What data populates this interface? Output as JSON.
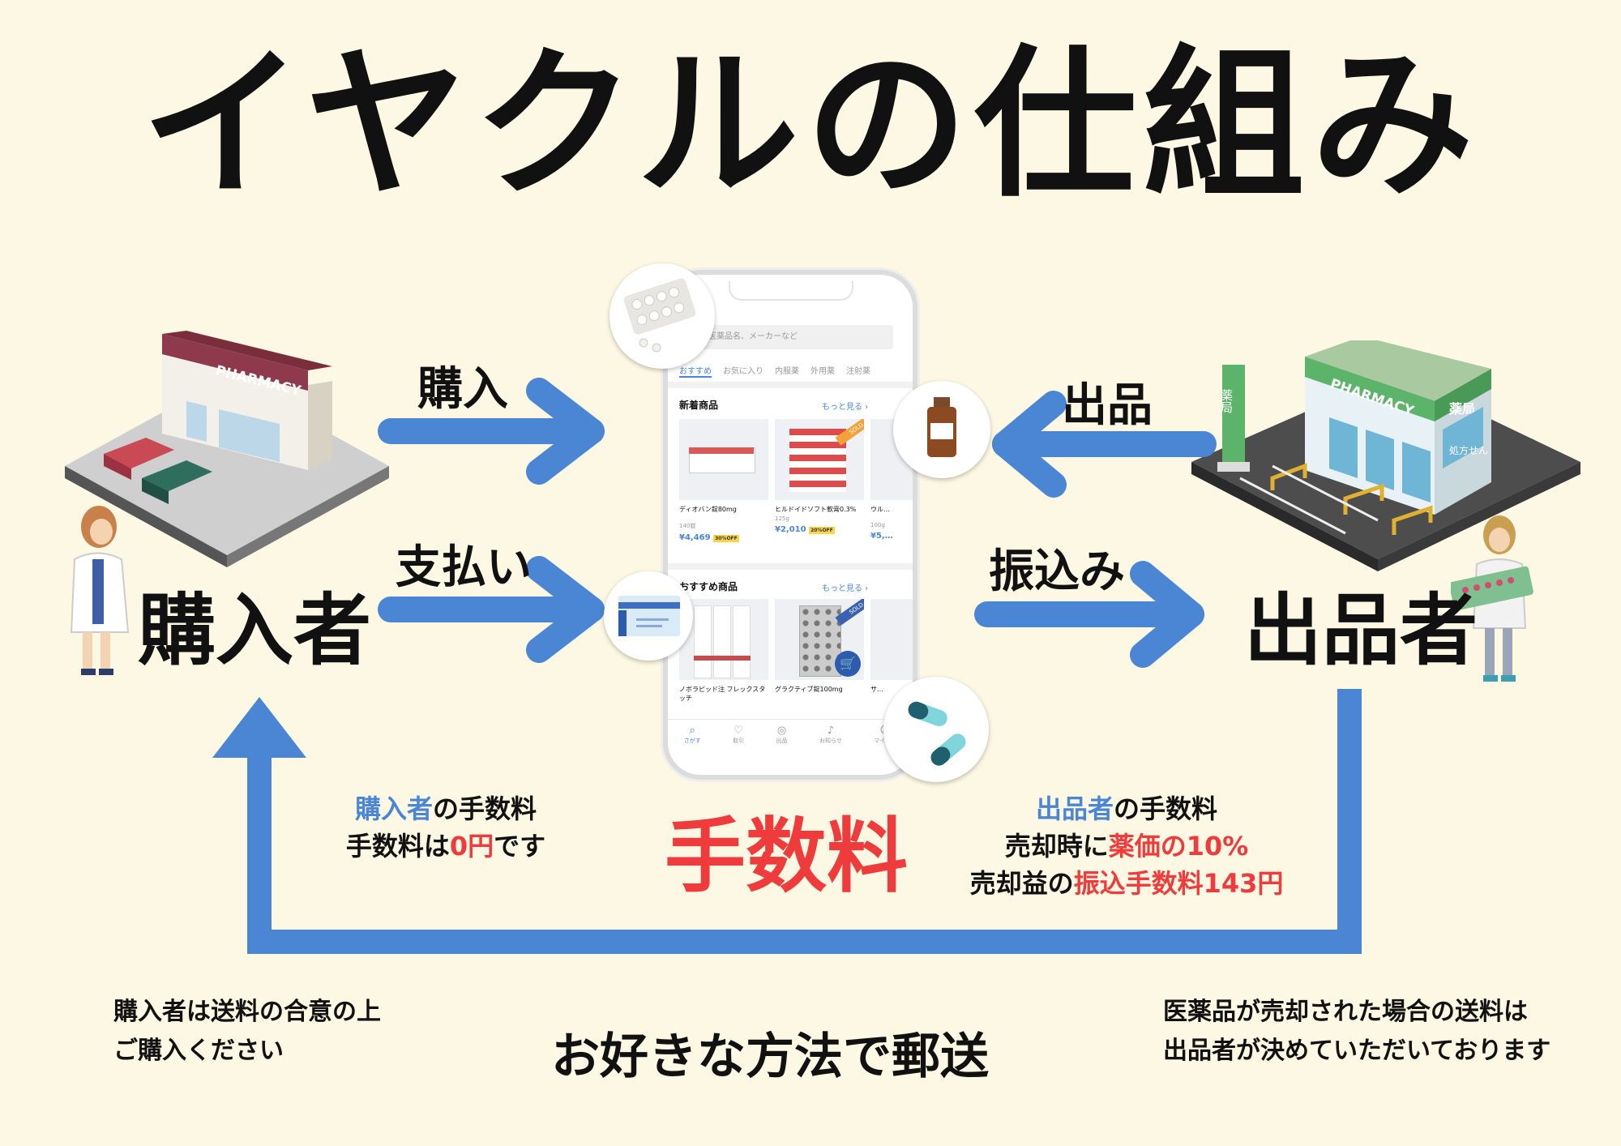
{
  "title": "イヤクルの仕組み",
  "buyer": {
    "label": "購入者",
    "store_sign": "PHARMACY"
  },
  "seller": {
    "label": "出品者",
    "store_sign": "PHARMACY",
    "store_sign_jp": "薬局",
    "pole_sign": "薬局",
    "window_text": "処方せん"
  },
  "arrows": {
    "purchase": "購入",
    "payment": "支払い",
    "listing": "出品",
    "transfer": "振込み"
  },
  "app": {
    "search_placeholder": "医薬品名、メーカーなど",
    "tabs": [
      "おすすめ",
      "お気に入り",
      "内服薬",
      "外用薬",
      "注射薬"
    ],
    "section_new": "新着商品",
    "section_recommended": "おすすめ商品",
    "more": "もっと見る ›",
    "new_items": [
      {
        "name": "ディオバン錠80mg",
        "qty": "140錠",
        "price": "¥4,469",
        "badge": "30%OFF"
      },
      {
        "name": "ヒルドイドソフト軟膏0.3%",
        "qty": "125g",
        "price": "¥2,010",
        "badge": "20%OFF"
      },
      {
        "name": "ウル…",
        "qty": "100g",
        "price": "¥5,…",
        "badge": ""
      }
    ],
    "rec_items": [
      {
        "name": "ノボラピッド注 フレックスタッチ"
      },
      {
        "name": "グラクティブ錠100mg"
      },
      {
        "name": "サ…"
      }
    ],
    "sold_label": "SOLD",
    "nav": [
      "さがす",
      "取引",
      "出品",
      "お知らせ",
      "マイペ…"
    ]
  },
  "fees": {
    "title": "手数料",
    "buyer": {
      "line1_accent": "購入者",
      "line1_rest": "の手数料",
      "line2_a": "手数料は",
      "line2_accent": "0円",
      "line2_b": "です"
    },
    "seller": {
      "line1_accent": "出品者",
      "line1_rest": "の手数料",
      "line2_a": "売却時に",
      "line2_accent": "薬価の10%",
      "line3_a": "売却益の",
      "line3_accent": "振込手数料143円"
    }
  },
  "shipping": {
    "label": "お好きな方法で郵送",
    "buyer_note": [
      "購入者は送料の合意の上",
      "ご購入ください"
    ],
    "seller_note": [
      "医薬品が売却された場合の送料は",
      "出品者が決めていただいております"
    ]
  },
  "colors": {
    "arrow": "#4a86d4",
    "accent_red": "#ef3b3b",
    "background": "#fdf8e3"
  }
}
